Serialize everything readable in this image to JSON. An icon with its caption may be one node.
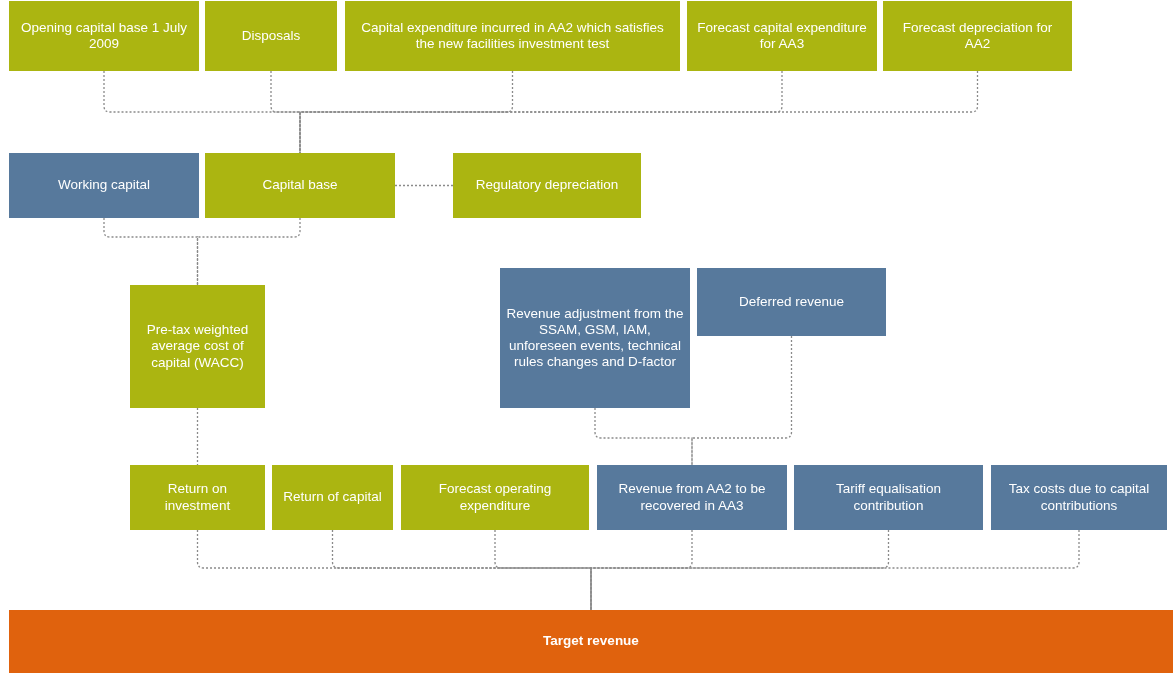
{
  "diagram": {
    "nodes": [
      {
        "text": [
          "Opening capital base 1 July 2009"
        ]
      },
      {
        "text": [
          "Disposals"
        ]
      },
      {
        "text": [
          "Capital expenditure incurred in AA2 which satisfies the new facilities investment test"
        ]
      },
      {
        "text": [
          "Forecast capital expenditure for AA3"
        ]
      },
      {
        "text": [
          "Forecast depreciation for AA2"
        ]
      },
      {
        "text": [
          "Working capital"
        ]
      },
      {
        "text": [
          "Capital base"
        ]
      },
      {
        "text": [
          "Regulatory depreciation"
        ]
      },
      {
        "text": [
          "Pre-tax weighted average cost of capital (WACC)"
        ]
      },
      {
        "text": [
          "Revenue adjustment from the SSAM, GSM, IAM, unforeseen events, technical rules changes and D-factor"
        ]
      },
      {
        "text": [
          "Deferred revenue"
        ]
      },
      {
        "text": [
          "Return on investment"
        ]
      },
      {
        "text": [
          "Return of capital"
        ]
      },
      {
        "text": [
          "Forecast operating expenditure"
        ]
      },
      {
        "text": [
          "Revenue from AA2 to be recovered in AA3"
        ]
      },
      {
        "text": [
          "Tariff equalisation contribution"
        ]
      },
      {
        "text": [
          "Tax costs due to capital contributions"
        ]
      },
      {
        "text": [
          "Target revenue"
        ]
      }
    ],
    "edges": [
      {
        "from": 0,
        "to": 6,
        "arrow": "none",
        "style": "dashed"
      },
      {
        "from": 1,
        "to": 6,
        "arrow": "none",
        "style": "dashed"
      },
      {
        "from": 2,
        "to": 6,
        "arrow": "none",
        "style": "dashed"
      },
      {
        "from": 3,
        "to": 6,
        "arrow": "none",
        "style": "dashed"
      },
      {
        "from": 4,
        "to": 6,
        "arrow": "none",
        "style": "dashed"
      },
      {
        "from": 6,
        "to": 7,
        "arrow": "none",
        "style": "dashed"
      },
      {
        "from": 5,
        "to": 8,
        "arrow": "none",
        "style": "dashed"
      },
      {
        "from": 6,
        "to": 8,
        "arrow": "none",
        "style": "dashed"
      },
      {
        "from": 8,
        "to": 11,
        "arrow": "none",
        "style": "dashed"
      },
      {
        "from": 9,
        "to": 14,
        "arrow": "none",
        "style": "dashed"
      },
      {
        "from": 10,
        "to": 14,
        "arrow": "none",
        "style": "dashed"
      },
      {
        "from": 11,
        "to": 17,
        "arrow": "none",
        "style": "dashed"
      },
      {
        "from": 12,
        "to": 17,
        "arrow": "none",
        "style": "dashed"
      },
      {
        "from": 13,
        "to": 17,
        "arrow": "none",
        "style": "dashed"
      },
      {
        "from": 14,
        "to": 17,
        "arrow": "none",
        "style": "dashed"
      },
      {
        "from": 15,
        "to": 17,
        "arrow": "none",
        "style": "dashed"
      },
      {
        "from": 16,
        "to": 17,
        "arrow": "none",
        "style": "dashed"
      }
    ]
  }
}
